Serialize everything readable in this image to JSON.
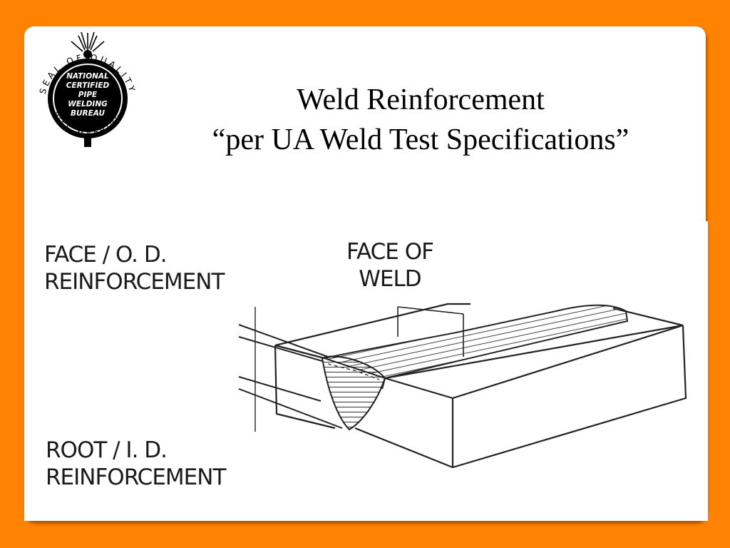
{
  "slide": {
    "background_color": "#FF8300",
    "card_color": "#FFFFFF"
  },
  "logo": {
    "ring_text_top": "SEAL OF QUALITY",
    "ring_text_bottom": "PIPE WELDING",
    "center_lines": [
      "NATIONAL",
      "CERTIFIED",
      "PIPE",
      "WELDING",
      "BUREAU"
    ]
  },
  "title": {
    "line1": "Weld Reinforcement",
    "line2": "“per UA Weld Test Specifications”"
  },
  "diagram": {
    "label_face_od": [
      "FACE / O. D.",
      "REINFORCEMENT"
    ],
    "label_face_of_weld": [
      "FACE OF",
      "WELD"
    ],
    "label_root_id": [
      "ROOT / I. D.",
      "REINFORCEMENT"
    ]
  }
}
